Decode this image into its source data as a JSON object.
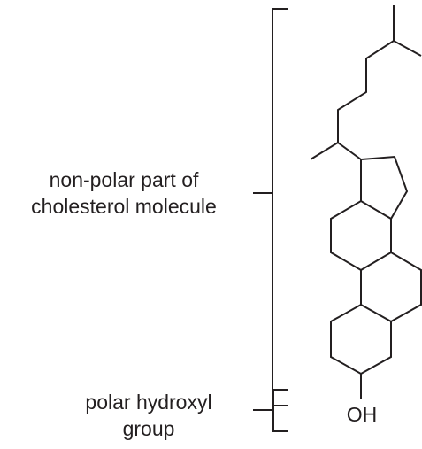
{
  "labels": {
    "nonpolar_line1": "non-polar part of",
    "nonpolar_line2": "cholesterol molecule",
    "polar_line1": "polar hydroxyl",
    "polar_line2": "group",
    "hydroxyl": "OH"
  },
  "colors": {
    "ink": "#231f20",
    "background": "#ffffff"
  }
}
